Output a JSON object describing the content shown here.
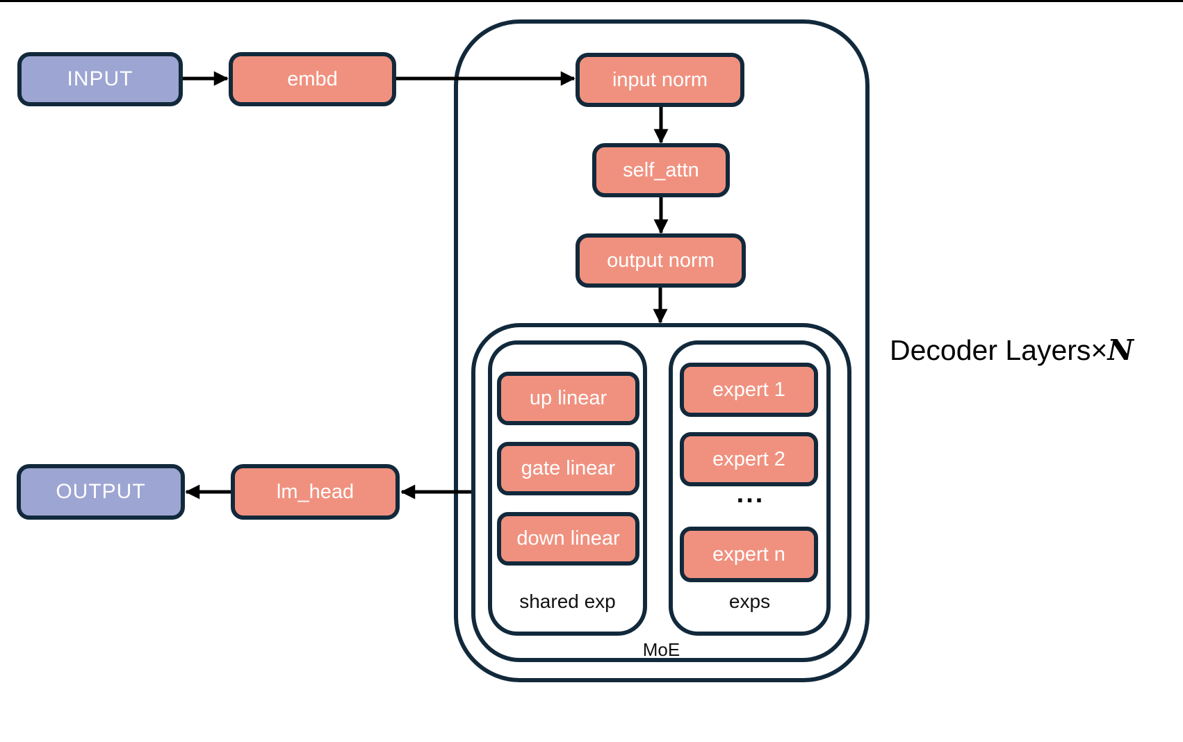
{
  "colors": {
    "salmon": "#F0917F",
    "purple": "#9DA5D2",
    "outline": "#12293B",
    "arrow": "#000000",
    "background": "#FFFFFF"
  },
  "nodes": {
    "input": "INPUT",
    "embd": "embd",
    "input_norm": "input norm",
    "self_attn": "self_attn",
    "output_norm": "output norm",
    "up_linear": "up linear",
    "gate_linear": "gate linear",
    "down_linear": "down linear",
    "expert_1": "expert 1",
    "expert_2": "expert 2",
    "ellipsis": "...",
    "expert_n": "expert n",
    "lm_head": "lm_head",
    "output": "OUTPUT"
  },
  "groups": {
    "shared_exp_label": "shared exp",
    "exps_label": "exps",
    "moe_label": "MoE",
    "decoder_label_prefix": "Decoder Layers×",
    "decoder_label_multiplier": "N"
  }
}
